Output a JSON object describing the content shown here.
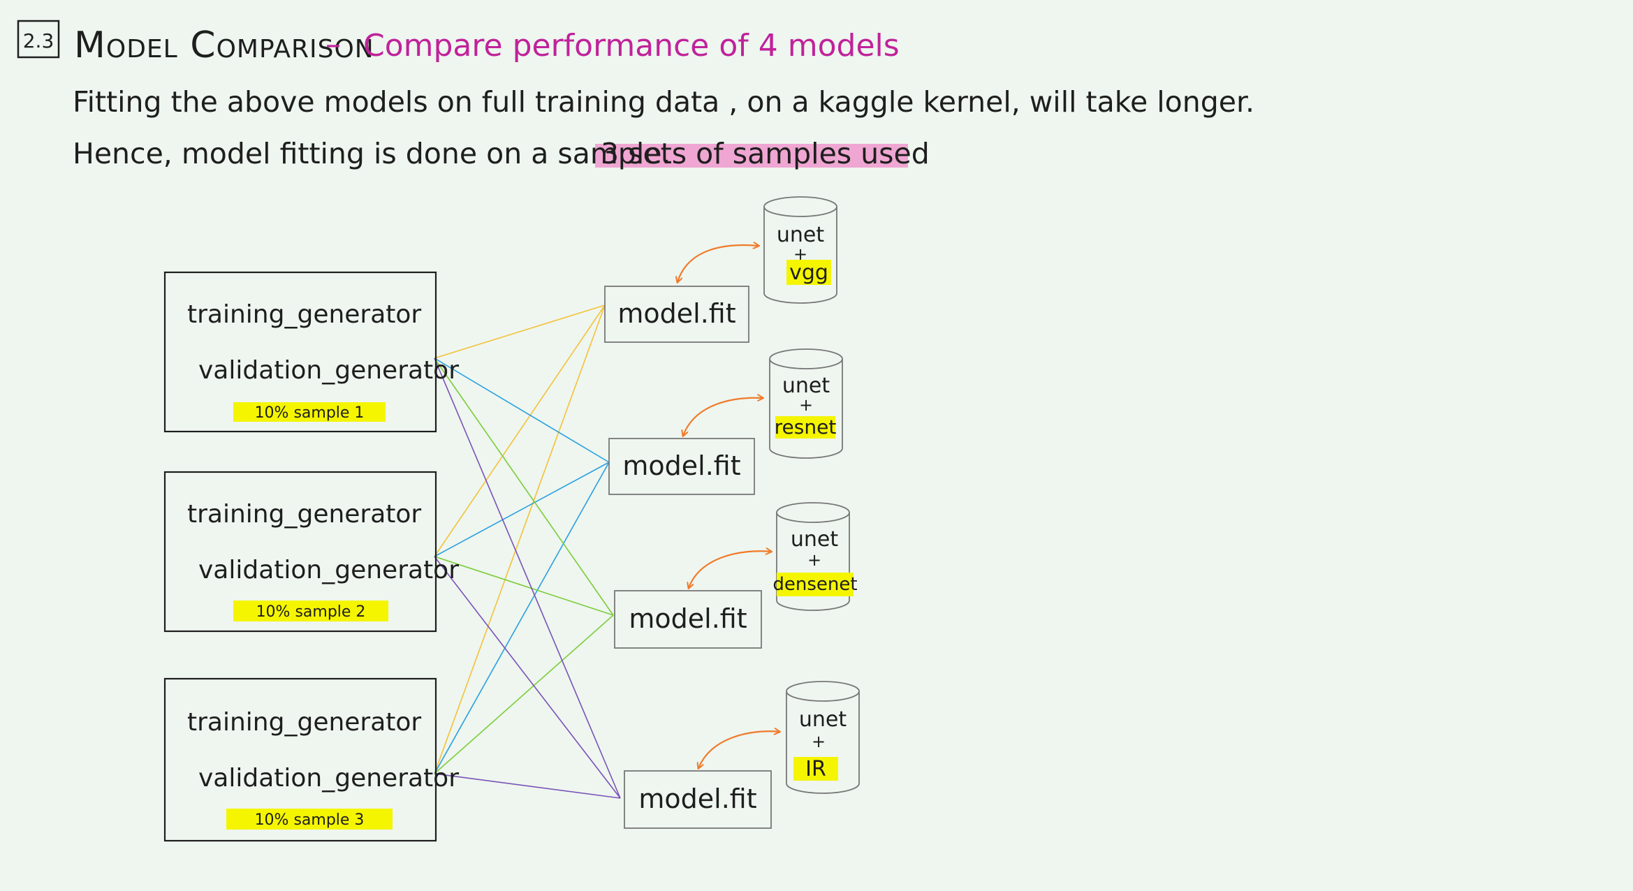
{
  "header": {
    "section_number": "2.3",
    "title": "Model Comparison",
    "separator": "–",
    "subtitle": "Compare performance of 4 models",
    "line1": "Fitting the above models on full training data , on a kaggle kernel, will take longer.",
    "line2_prefix": "Hence, model fitting is done on a sample.",
    "line2_highlight": "3 sets of samples used"
  },
  "samples": [
    {
      "training": "training_generator",
      "validation": "validation_generator",
      "label": "10% sample 1"
    },
    {
      "training": "training_generator",
      "validation": "validation_generator",
      "label": "10% sample 2"
    },
    {
      "training": "training_generator",
      "validation": "validation_generator",
      "label": "10% sample 3"
    }
  ],
  "fits": [
    {
      "label": "model.fit"
    },
    {
      "label": "model.fit"
    },
    {
      "label": "model.fit"
    },
    {
      "label": "model.fit"
    }
  ],
  "models": [
    {
      "top": "unet",
      "plus": "+",
      "backbone": "vgg"
    },
    {
      "top": "unet",
      "plus": "+",
      "backbone": "resnet"
    },
    {
      "top": "unet",
      "plus": "+",
      "backbone": "densenet"
    },
    {
      "top": "unet",
      "plus": "+",
      "backbone": "IR"
    }
  ],
  "colors": {
    "background": "#eef6ef",
    "ink": "#1e1e1e",
    "subtitle": "#c0229a",
    "highlight_yellow": "#f5f500",
    "highlight_pink": "#efa6d2",
    "arrow": "#f07a2a",
    "line_fit1": "#f5c13a",
    "line_fit2": "#2a9fe0",
    "line_fit3": "#7ccc3a",
    "line_fit4": "#7a52b8",
    "box_stroke_fit": "#777777"
  }
}
